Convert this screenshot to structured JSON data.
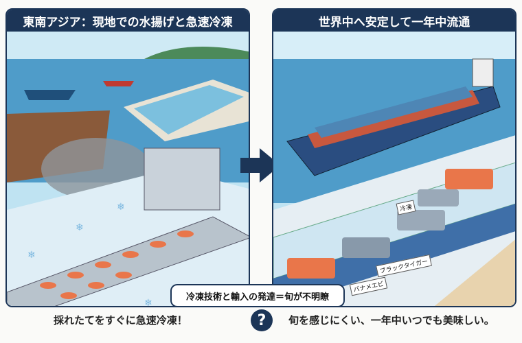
{
  "left_panel": {
    "title": "東南アジア：現地での水揚げと急速冷凍",
    "caption": "採れたてをすぐに急速冷凍！"
  },
  "right_panel": {
    "title": "世界中へ安定して一年中流通",
    "caption": "旬を感じにくい、一年中いつでも美味しい。",
    "labels": {
      "black_tiger": "ブラックタイガー",
      "vannamei": "バナメエビ",
      "frozen": "冷凍"
    }
  },
  "callout": {
    "text": "冷凍技術と輸入の発達＝旬が不明瞭",
    "icon": "question-icon",
    "symbol": "?"
  },
  "colors": {
    "navy": "#1c3557",
    "sea": "#4f9cc9",
    "shrimp": "#e9764a"
  }
}
